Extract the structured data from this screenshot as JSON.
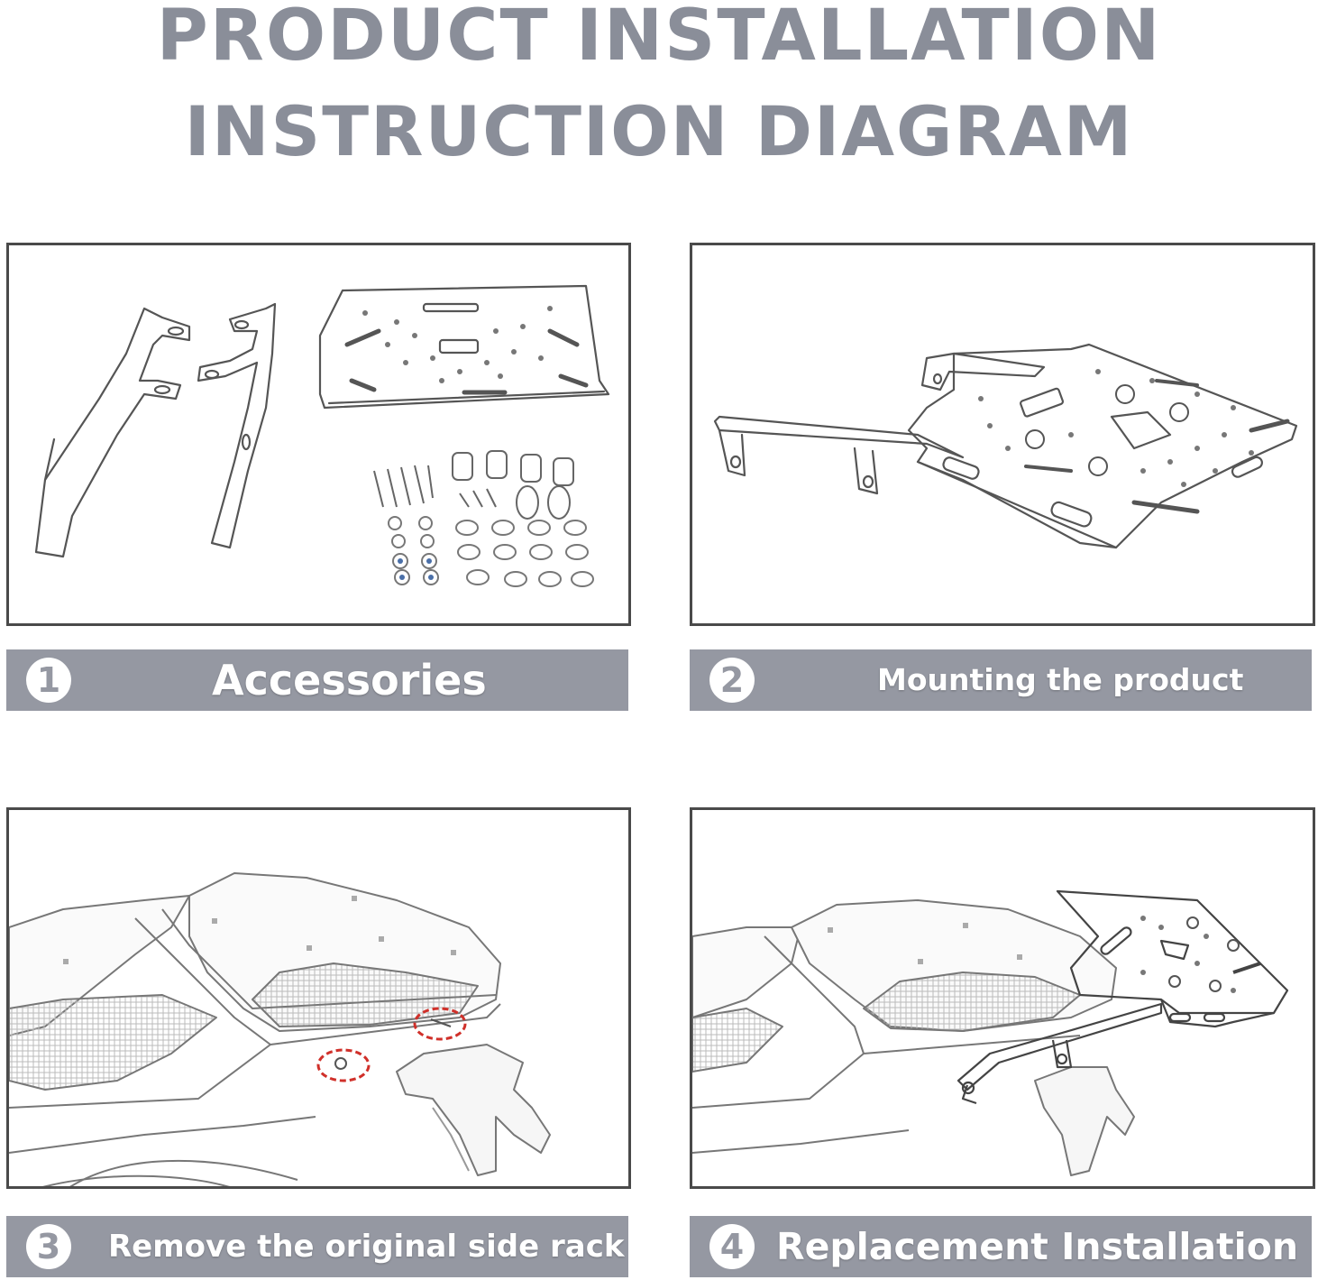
{
  "header": {
    "line1": "PRODUCT INSTALLATION",
    "line2": "INSTRUCTION DIAGRAM"
  },
  "steps": [
    {
      "number": "1",
      "label": "Accessories"
    },
    {
      "number": "2",
      "label": "Mounting the product"
    },
    {
      "number": "3",
      "label": "Remove the original side rack"
    },
    {
      "number": "4",
      "label": "Replacement Installation"
    }
  ],
  "colors": {
    "title_gray": "#8a8e99",
    "caption_bar": "#9598a2",
    "highlight_circle": "#d0302a",
    "line_art": "#555555"
  }
}
